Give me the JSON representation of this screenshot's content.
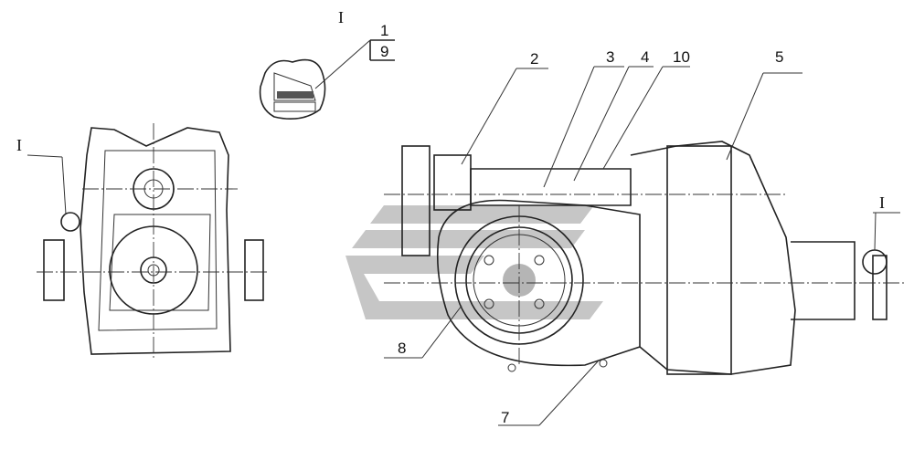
{
  "detail_view": {
    "title": "I",
    "callout_top": "1",
    "callout_bottom": "9"
  },
  "left_view": {
    "detail_marker": "I"
  },
  "side_view": {
    "detail_marker": "I",
    "callouts": [
      "2",
      "3",
      "4",
      "10",
      "5",
      "8",
      "7"
    ]
  },
  "watermark_color": "#b5b5b5"
}
